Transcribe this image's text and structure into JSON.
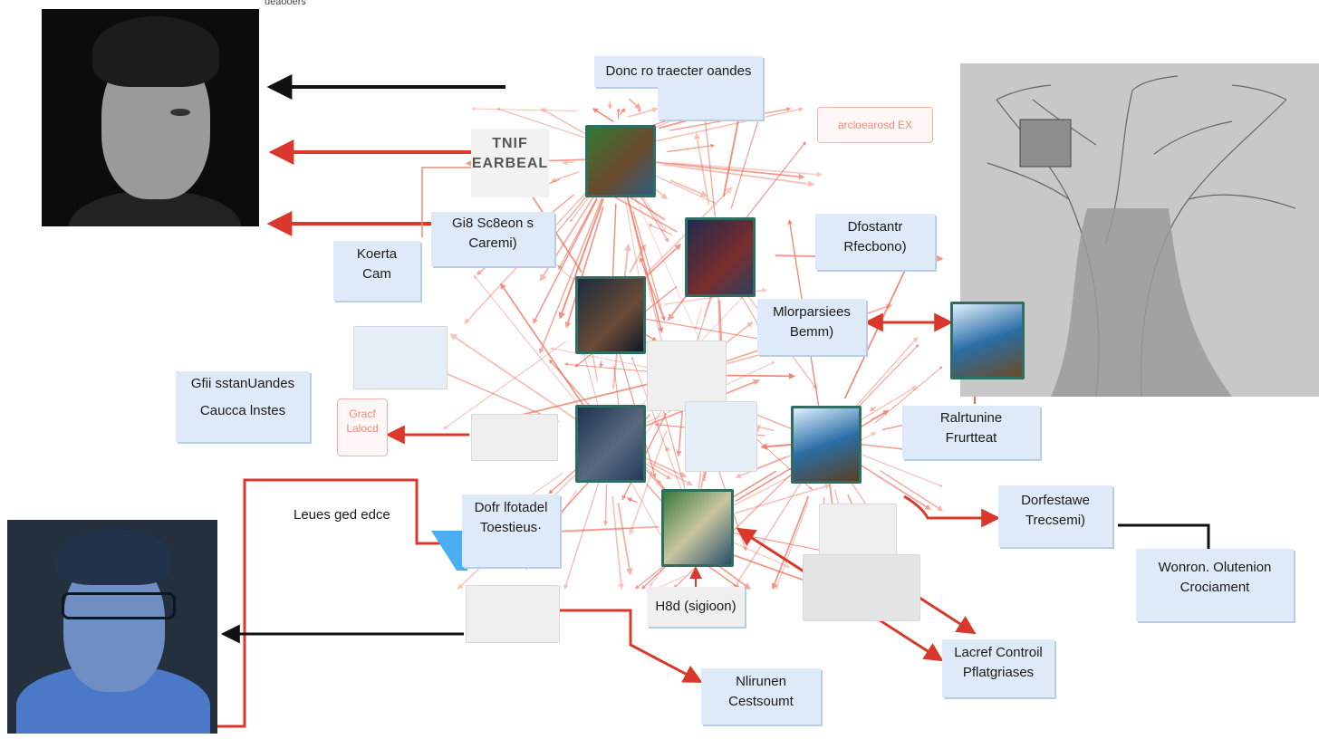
{
  "corner_text": "ueaooers",
  "labels": {
    "top_center": "Donc ro traecter oandes",
    "tmp_stamp": [
      "TNIF",
      "EARBEAL"
    ],
    "gie_scenes": [
      "Gi8 Sc8eon s",
      "Caremi)"
    ],
    "koerta": [
      "Koerta",
      "Cam"
    ],
    "gfn_stands": [
      "Gfii sstanUandes",
      "Caucca lnstes"
    ],
    "grace_pill": [
      "Gracf",
      "Lalocd"
    ],
    "faint_top_right": "arcloearosd EX",
    "dfostantr": [
      "Dfostantr",
      "Rfecbono)"
    ],
    "microparsiees": [
      "Mlorparsiees",
      "Bemm)"
    ],
    "ratriunine": [
      "Ralrtunine",
      "Frurtteat"
    ],
    "leves_gededce": "Leues ged edce",
    "dofr_lfotadel": [
      "Dofr lfotadel",
      "Toestieus·"
    ],
    "hid_sigiron": "H8d (sigioon)",
    "nirunen": [
      "Nlirunen",
      "Cestsoumt"
    ],
    "dorfestawe": [
      "Dorfestawe",
      "Trecsemi)"
    ],
    "workroon": [
      "Wonron. Olutenion",
      "Crociament"
    ],
    "lacref_control": [
      "Lacref Controil",
      "Pflatgriases"
    ]
  },
  "colors": {
    "arrow_red": "#d9382a",
    "arrow_black": "#111111",
    "label_fill": "#dfeaf8",
    "tile_border": "#2d6d62"
  }
}
